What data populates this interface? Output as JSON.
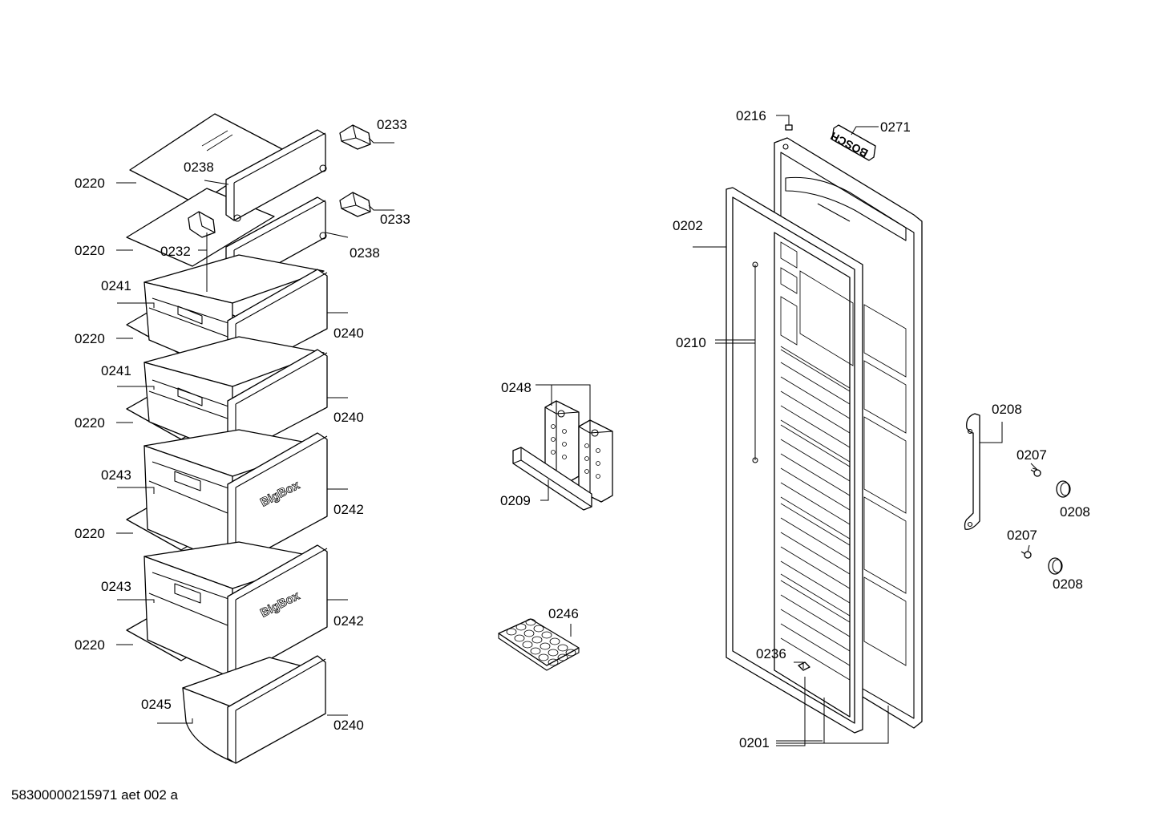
{
  "labels": {
    "l0220a": "0220",
    "l0220b": "0220",
    "l0220c": "0220",
    "l0220d": "0220",
    "l0220e": "0220",
    "l0220f": "0220",
    "l0238a": "0238",
    "l0238b": "0238",
    "l0233a": "0233",
    "l0233b": "0233",
    "l0232": "0232",
    "l0241a": "0241",
    "l0241b": "0241",
    "l0240a": "0240",
    "l0240b": "0240",
    "l0240c": "0240",
    "l0243a": "0243",
    "l0243b": "0243",
    "l0242a": "0242",
    "l0242b": "0242",
    "l0245": "0245",
    "l0248": "0248",
    "l0209": "0209",
    "l0246": "0246",
    "l0216": "0216",
    "l0271": "0271",
    "l0202": "0202",
    "l0210": "0210",
    "l0208a": "0208",
    "l0208b": "0208",
    "l0208c": "0208",
    "l0207a": "0207",
    "l0207b": "0207",
    "l0236": "0236",
    "l0201": "0201"
  },
  "drawer_print": "BigBox",
  "logo_text": "BOSCH",
  "footer": "58300000215971 aet 002 a"
}
